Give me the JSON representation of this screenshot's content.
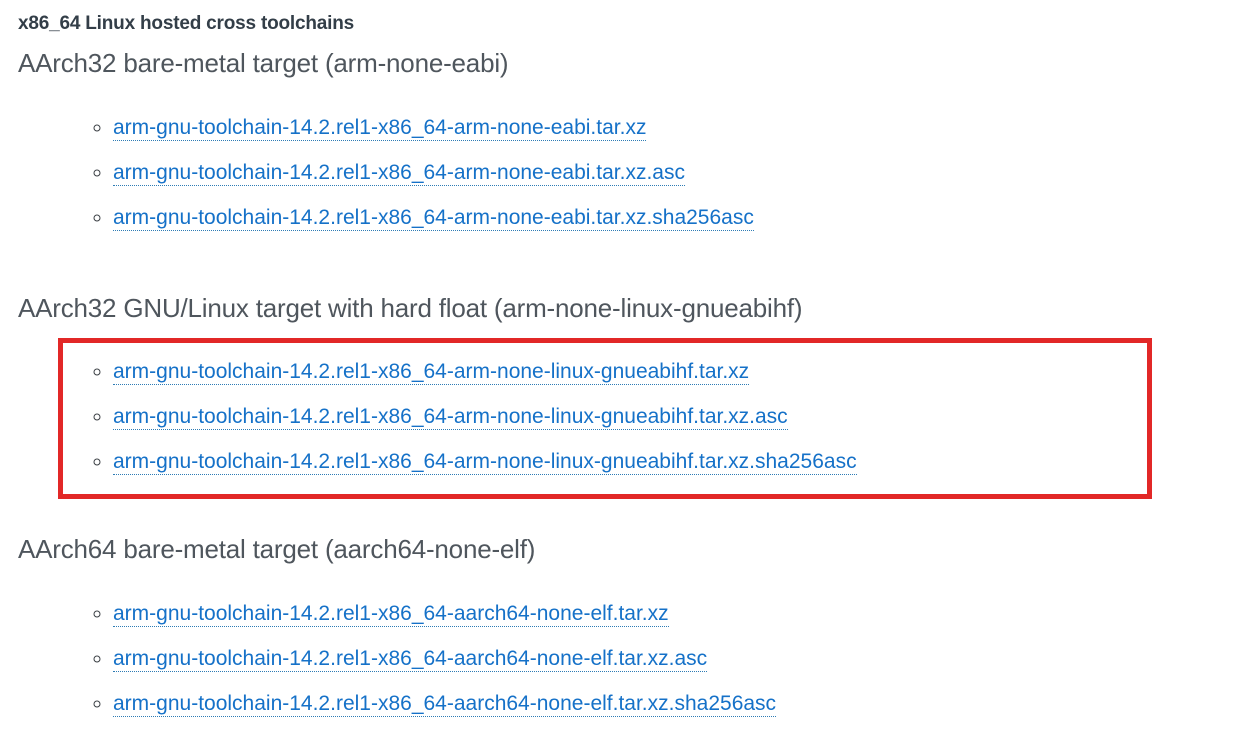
{
  "page": {
    "title": "x86_64 Linux hosted cross toolchains"
  },
  "colors": {
    "link_blue": "#1571c8",
    "highlight_border_red": "#e22827",
    "title_text": "#333e48",
    "heading_text": "#4f565d",
    "background": "#ffffff"
  },
  "sections": [
    {
      "heading": "AArch32 bare-metal target (arm-none-eabi)",
      "highlighted": false,
      "links": [
        "arm-gnu-toolchain-14.2.rel1-x86_64-arm-none-eabi.tar.xz",
        "arm-gnu-toolchain-14.2.rel1-x86_64-arm-none-eabi.tar.xz.asc",
        "arm-gnu-toolchain-14.2.rel1-x86_64-arm-none-eabi.tar.xz.sha256asc"
      ]
    },
    {
      "heading": "AArch32 GNU/Linux target with hard float (arm-none-linux-gnueabihf)",
      "highlighted": true,
      "links": [
        "arm-gnu-toolchain-14.2.rel1-x86_64-arm-none-linux-gnueabihf.tar.xz",
        "arm-gnu-toolchain-14.2.rel1-x86_64-arm-none-linux-gnueabihf.tar.xz.asc",
        "arm-gnu-toolchain-14.2.rel1-x86_64-arm-none-linux-gnueabihf.tar.xz.sha256asc"
      ]
    },
    {
      "heading": "AArch64 bare-metal target (aarch64-none-elf)",
      "highlighted": false,
      "links": [
        "arm-gnu-toolchain-14.2.rel1-x86_64-aarch64-none-elf.tar.xz",
        "arm-gnu-toolchain-14.2.rel1-x86_64-aarch64-none-elf.tar.xz.asc",
        "arm-gnu-toolchain-14.2.rel1-x86_64-aarch64-none-elf.tar.xz.sha256asc"
      ]
    }
  ]
}
